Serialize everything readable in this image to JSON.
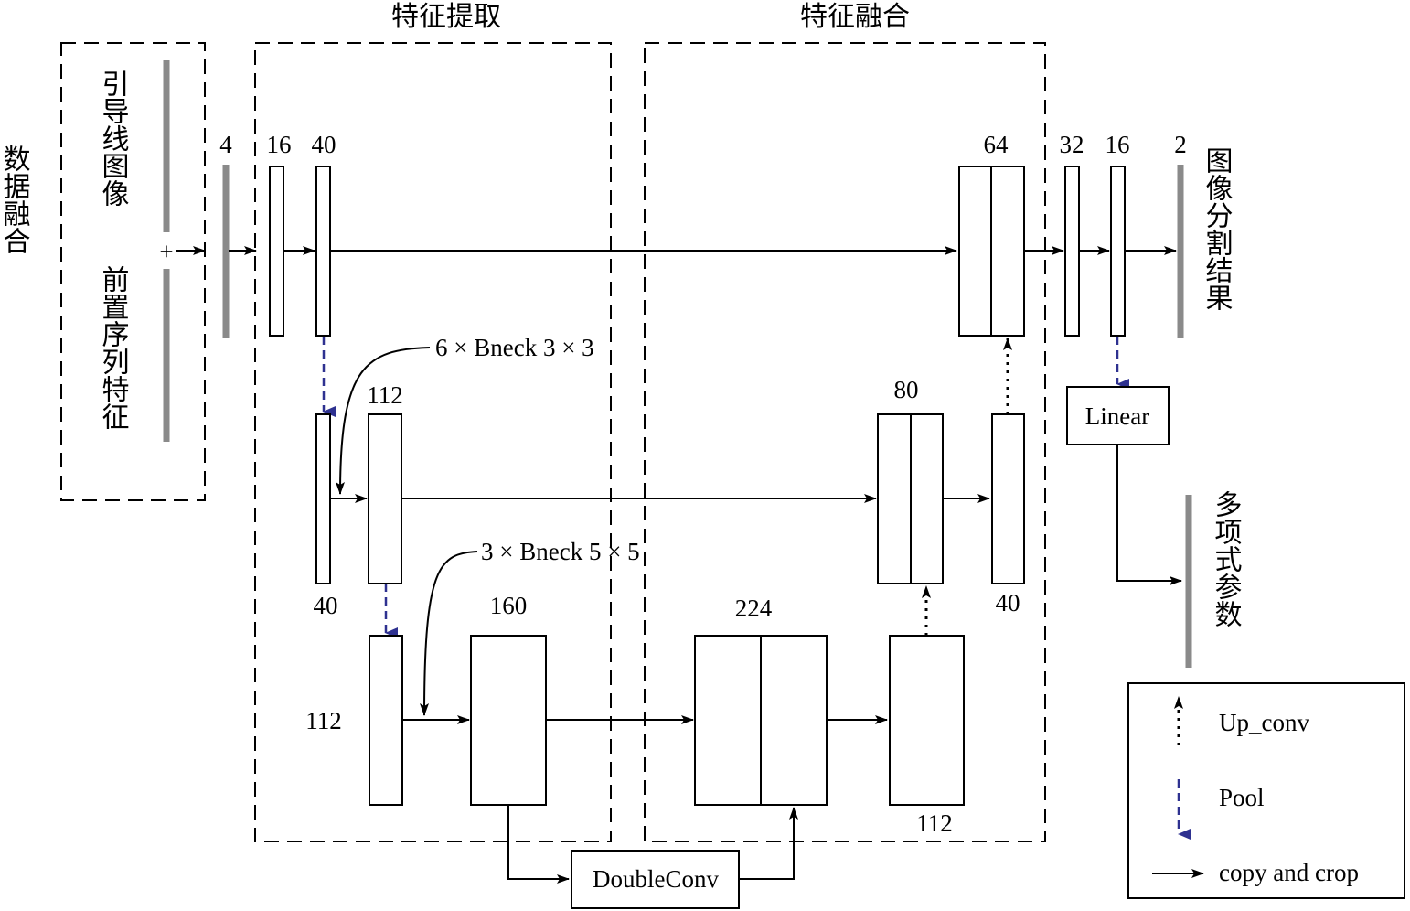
{
  "labels": {
    "data_fusion": "数据融合",
    "guide_image": "引导线图像",
    "prior_features": "前置序列特征",
    "plus": "+",
    "feature_extraction": "特征提取",
    "feature_fusion": "特征融合",
    "segmentation_result": "图像分割结果",
    "polynomial_params": "多项式参数",
    "bneck_3x3": "6 × Bneck 3 × 3",
    "bneck_5x5": "3 × Bneck 5 × 5",
    "linear": "Linear",
    "doubleconv": "DoubleConv"
  },
  "channels": {
    "c_in": "4",
    "c_e1a": "16",
    "c_e1b": "40",
    "c_e2a": "40",
    "c_e2b": "112",
    "c_e3a": "112",
    "c_e3b": "160",
    "c_d3": "224",
    "c_d3out": "112",
    "c_d2": "80",
    "c_d2out": "40",
    "c_d1": "64",
    "c_o1": "32",
    "c_o2": "16",
    "c_out": "2"
  },
  "legend": {
    "up_conv": "Up_conv",
    "pool": "Pool",
    "copy_crop": "copy and crop"
  },
  "colors": {
    "pool_arrow": "#2e3190",
    "gray_bar": "#8a8a8a"
  }
}
